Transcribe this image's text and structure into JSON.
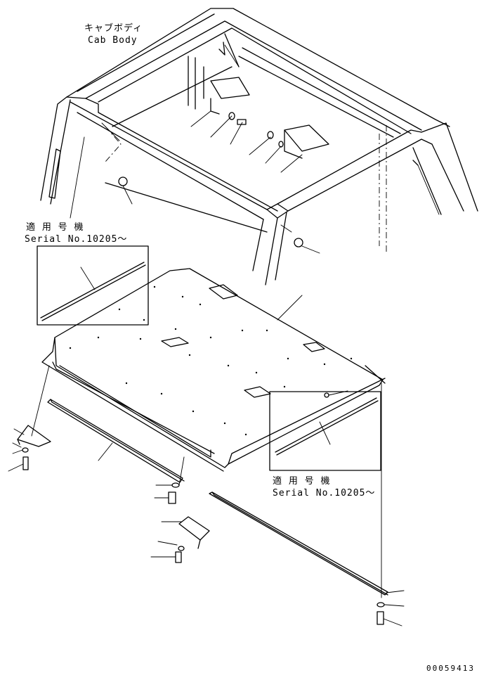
{
  "labels": {
    "cab_body_jp": "キャブボディ",
    "cab_body_en": "Cab Body",
    "serial_jp_1": "適 用 号 機",
    "serial_no_1": "Serial No.10205～",
    "serial_jp_2": "適 用 号 機",
    "serial_no_2": "Serial No.10205～"
  },
  "drawing_code": "00059413"
}
